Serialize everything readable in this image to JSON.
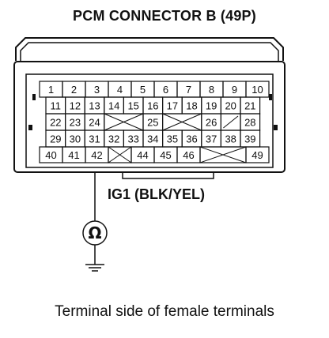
{
  "title": "PCM CONNECTOR B (49P)",
  "caption": "Terminal side of female terminals",
  "wire_label": "IG1 (BLK/YEL)",
  "meter_symbol": "Ω",
  "icons": {
    "meter": "ohmmeter-icon",
    "ground": "ground-icon"
  },
  "rows": [
    [
      "1",
      "2",
      "3",
      "4",
      "5",
      "6",
      "7",
      "8",
      "9",
      "10"
    ],
    [
      "11",
      "12",
      "13",
      "14",
      "15",
      "16",
      "17",
      "18",
      "19",
      "20",
      "21"
    ],
    [
      "22",
      "23",
      "24",
      "",
      "",
      "25",
      "",
      "",
      "26",
      "",
      "28"
    ],
    [
      "29",
      "30",
      "31",
      "32",
      "33",
      "34",
      "35",
      "36",
      "37",
      "38",
      "39"
    ],
    [
      "40",
      "41",
      "42",
      "",
      "44",
      "45",
      "46",
      "",
      "",
      "49"
    ]
  ],
  "probe_terminal": "42"
}
